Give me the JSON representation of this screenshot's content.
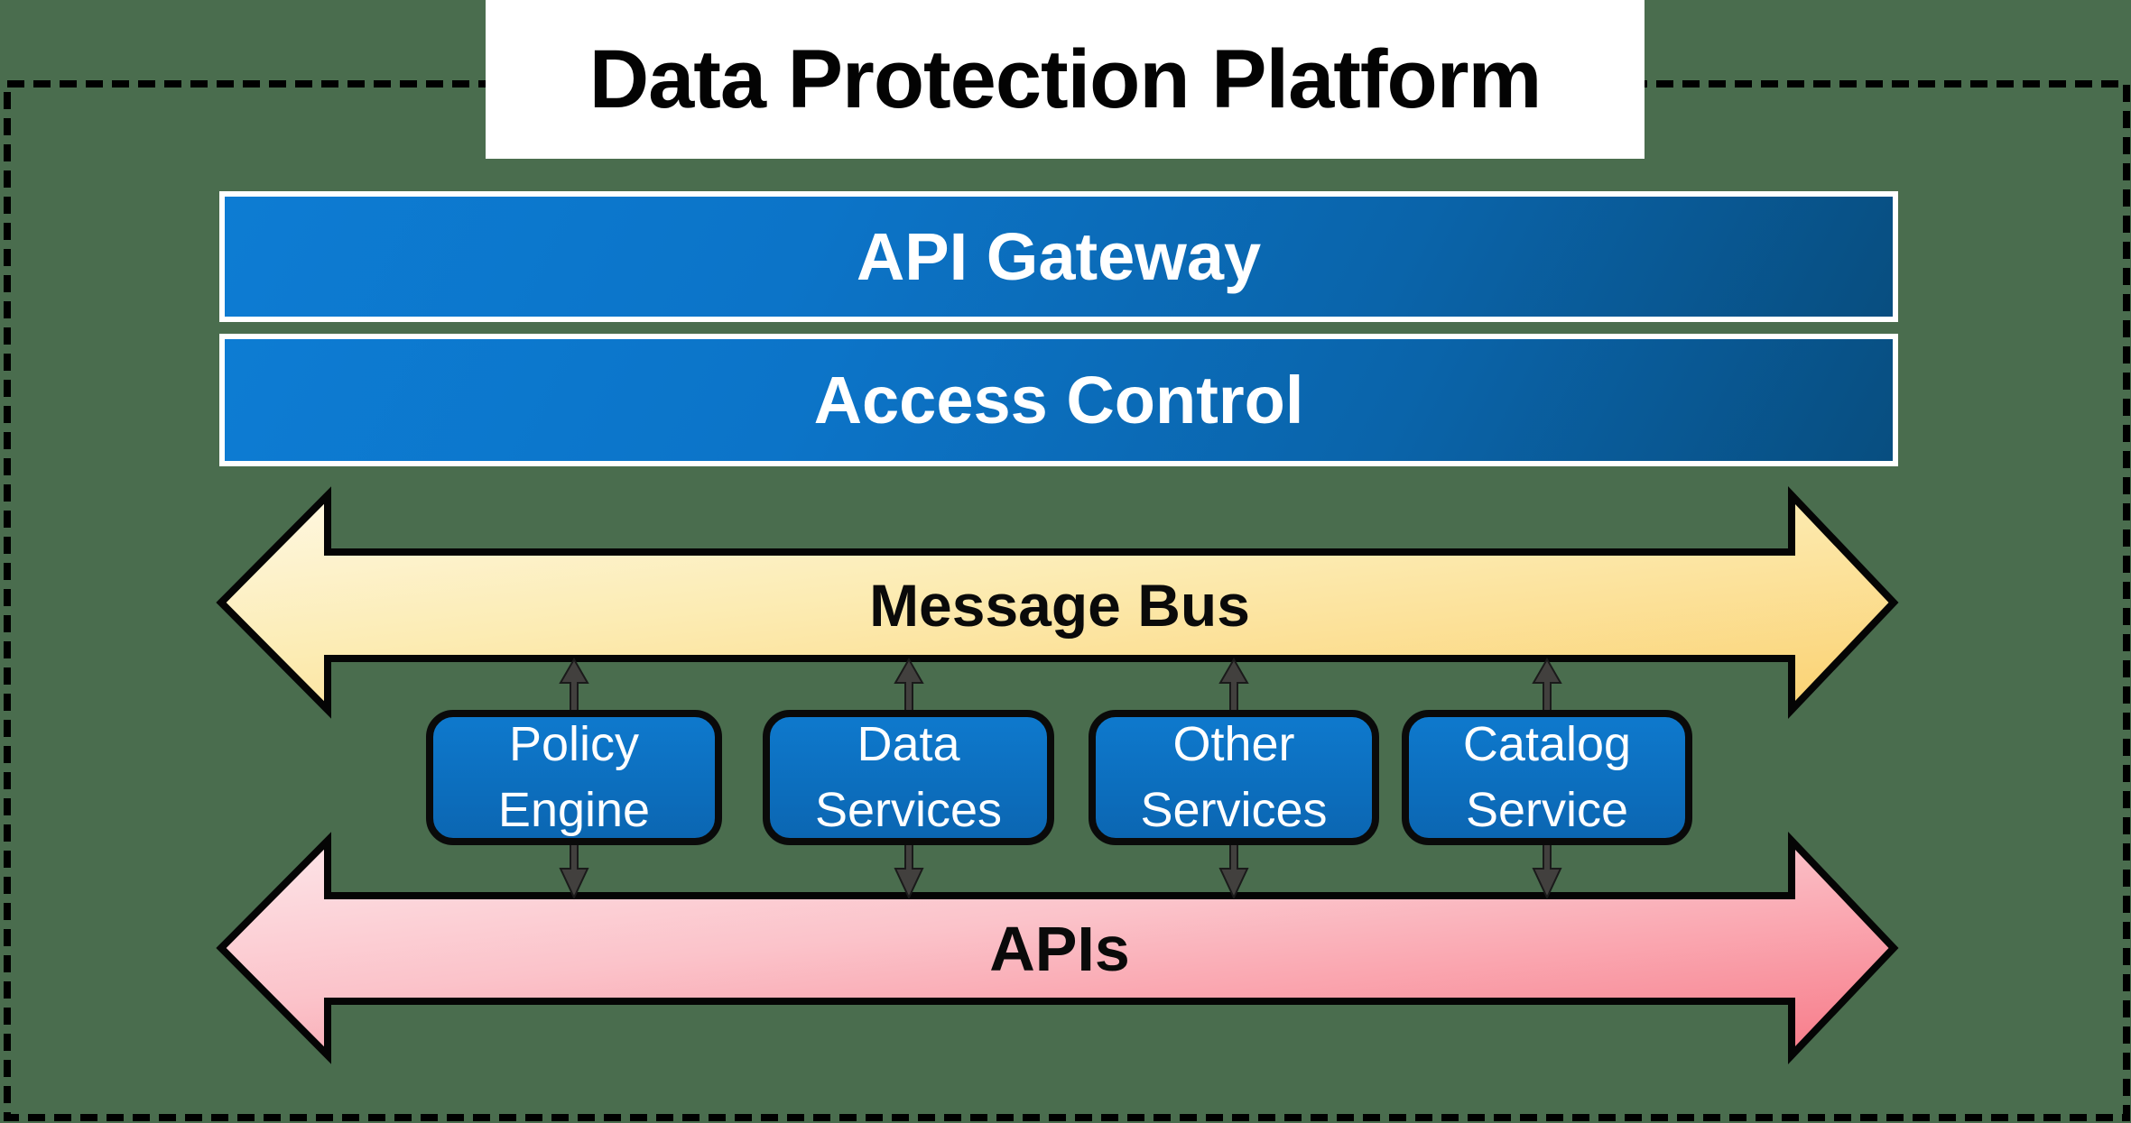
{
  "diagram": {
    "title": "Data Protection Platform",
    "layers": [
      {
        "label": "API Gateway"
      },
      {
        "label": "Access Control"
      }
    ],
    "buses": [
      {
        "label": "Message Bus"
      },
      {
        "label": "APIs"
      }
    ],
    "services": [
      {
        "label": "Policy\nEngine"
      },
      {
        "label": "Data\nServices"
      },
      {
        "label": "Other\nServices"
      },
      {
        "label": "Catalog\nService"
      }
    ],
    "colors": {
      "background": "#4a6d4e",
      "boundary_dash": "#000000",
      "title_bg": "#ffffff",
      "layer_blue_top": "#0d7cd3",
      "layer_blue_bottom": "#084e80",
      "service_blue_top": "#0e79cd",
      "service_blue_bottom": "#0b66b2",
      "message_bus_light": "#fef8e3",
      "message_bus_gold": "#fbd478",
      "apis_light": "#fde6e9",
      "apis_pink": "#f8828f",
      "connector_gray": "#42403e"
    }
  }
}
